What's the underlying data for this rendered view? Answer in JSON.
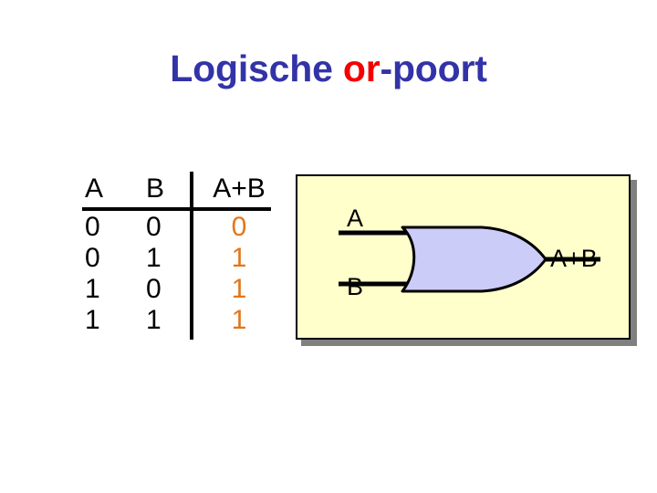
{
  "slide": {
    "title_part_1": "Logische ",
    "title_part_2": "or",
    "title_part_3": "-poort",
    "title_full": "Logische or-poort"
  },
  "colors": {
    "title_blue": "#3333a8",
    "title_red": "#f40000",
    "output_orange": "#e2761b",
    "panel_background": "#ffffcc",
    "panel_shadow": "#808080",
    "gate_fill": "#ccccf8",
    "line_black": "#000000"
  },
  "truth_table": {
    "headers": [
      "A",
      "B",
      "A+B"
    ],
    "rows": [
      {
        "a": "0",
        "b": "0",
        "out": "0"
      },
      {
        "a": "0",
        "b": "1",
        "out": "1"
      },
      {
        "a": "1",
        "b": "0",
        "out": "1"
      },
      {
        "a": "1",
        "b": "1",
        "out": "1"
      }
    ]
  },
  "gate_diagram": {
    "gate_type": "or-gate",
    "input_a_label": "A",
    "input_b_label": "B",
    "output_label": "A+B"
  }
}
